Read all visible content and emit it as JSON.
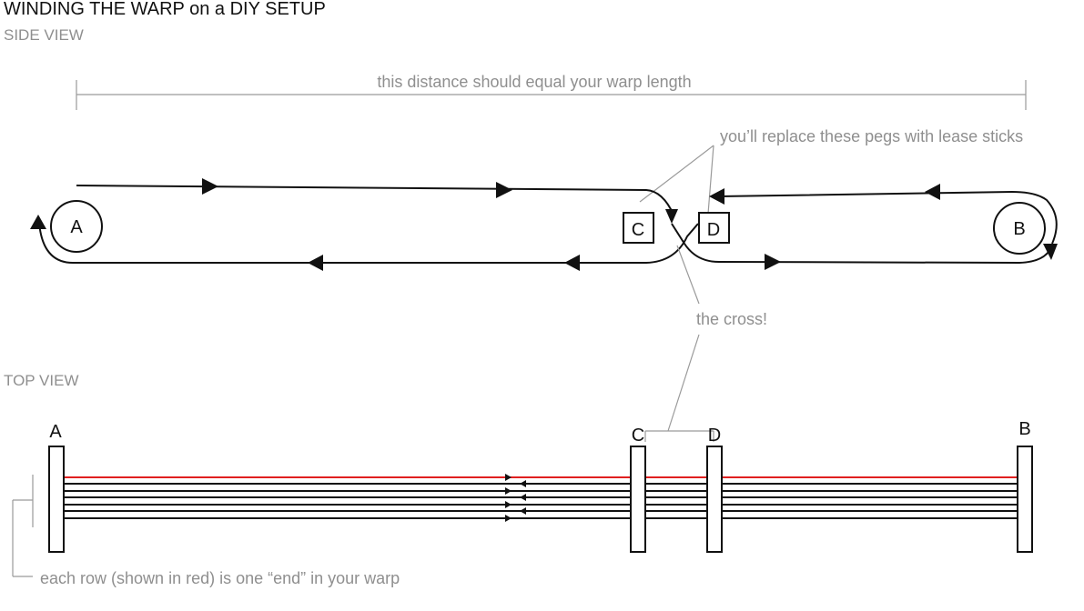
{
  "title": "WINDING THE WARP on a DIY SETUP",
  "side_view": {
    "heading": "SIDE VIEW",
    "distance_label": "this distance should equal your warp length",
    "lease_label": "you’ll replace these pegs with lease sticks",
    "cross_label": "the cross!",
    "pegs": {
      "a": "A",
      "b": "B",
      "c": "C",
      "d": "D"
    }
  },
  "top_view": {
    "heading": "TOP VIEW",
    "posts": {
      "a": "A",
      "b": "B",
      "c": "C",
      "d": "D"
    },
    "rows": [
      {
        "color": "red",
        "has_arrows": false
      },
      {
        "color": "black",
        "has_arrows": true
      },
      {
        "color": "black",
        "has_arrows": true
      },
      {
        "color": "black",
        "has_arrows": true
      },
      {
        "color": "black",
        "has_arrows": true
      },
      {
        "color": "black",
        "has_arrows": true
      },
      {
        "color": "black",
        "has_arrows": true
      }
    ],
    "end_label": "each row (shown in red) is one “end” in your warp"
  },
  "colors": {
    "end_row": "#e02020",
    "annotation": "#8f8f8f",
    "ink": "#111111"
  }
}
